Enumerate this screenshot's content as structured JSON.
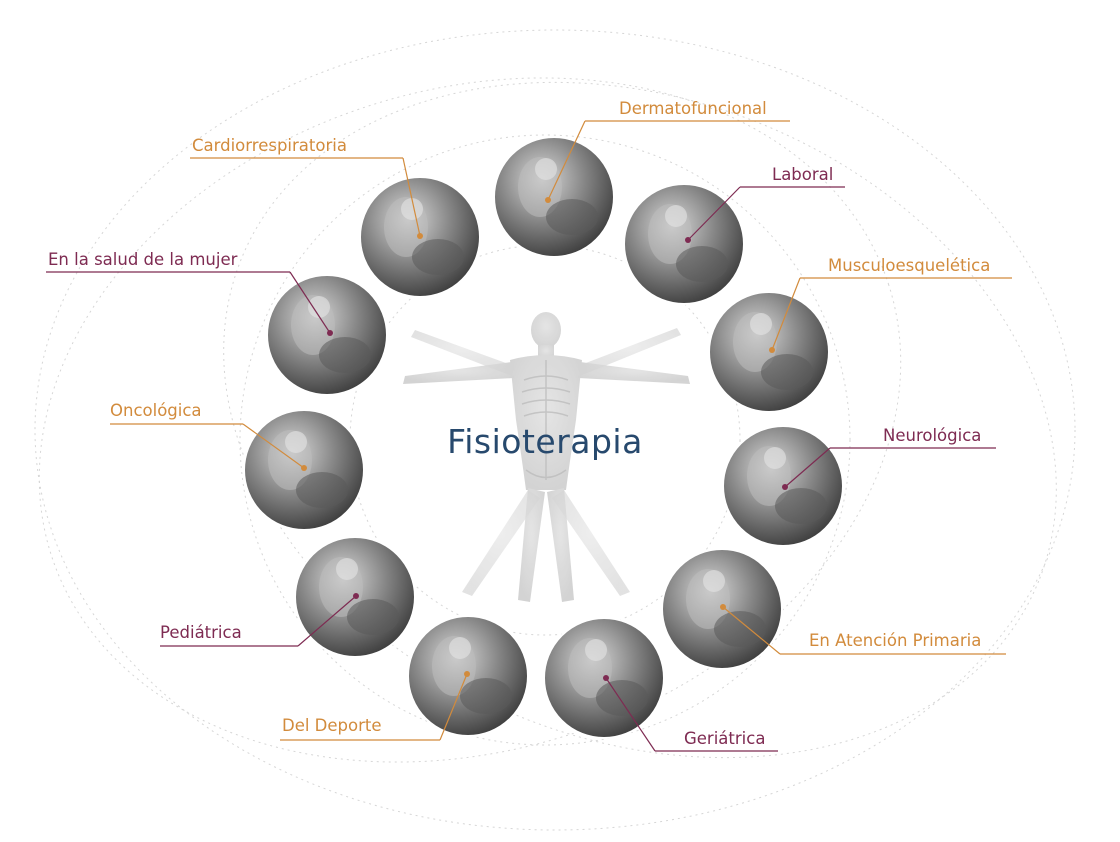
{
  "center": {
    "title": "Fisioterapia"
  },
  "colors": {
    "orange": "#d28b3c",
    "plum": "#7e2b52",
    "title": "#27496d",
    "circle_dark": "#3b3b3b"
  },
  "specialties": [
    {
      "id": "dermatofuncional",
      "label": "Dermatofuncional",
      "color": "orange"
    },
    {
      "id": "laboral",
      "label": "Laboral",
      "color": "plum"
    },
    {
      "id": "musculoesqueletica",
      "label": "Musculoesquelética",
      "color": "orange"
    },
    {
      "id": "neurologica",
      "label": "Neurológica",
      "color": "plum"
    },
    {
      "id": "atencion-primaria",
      "label": "En Atención Primaria",
      "color": "orange"
    },
    {
      "id": "geriatrica",
      "label": "Geriátrica",
      "color": "plum"
    },
    {
      "id": "deporte",
      "label": "Del Deporte",
      "color": "orange"
    },
    {
      "id": "pediatrica",
      "label": "Pediátrica",
      "color": "plum"
    },
    {
      "id": "oncologica",
      "label": "Oncológica",
      "color": "orange"
    },
    {
      "id": "salud-mujer",
      "label": "En la salud de la mujer",
      "color": "plum"
    },
    {
      "id": "cardiorrespiratoria",
      "label": "Cardiorrespiratoria",
      "color": "orange"
    }
  ]
}
